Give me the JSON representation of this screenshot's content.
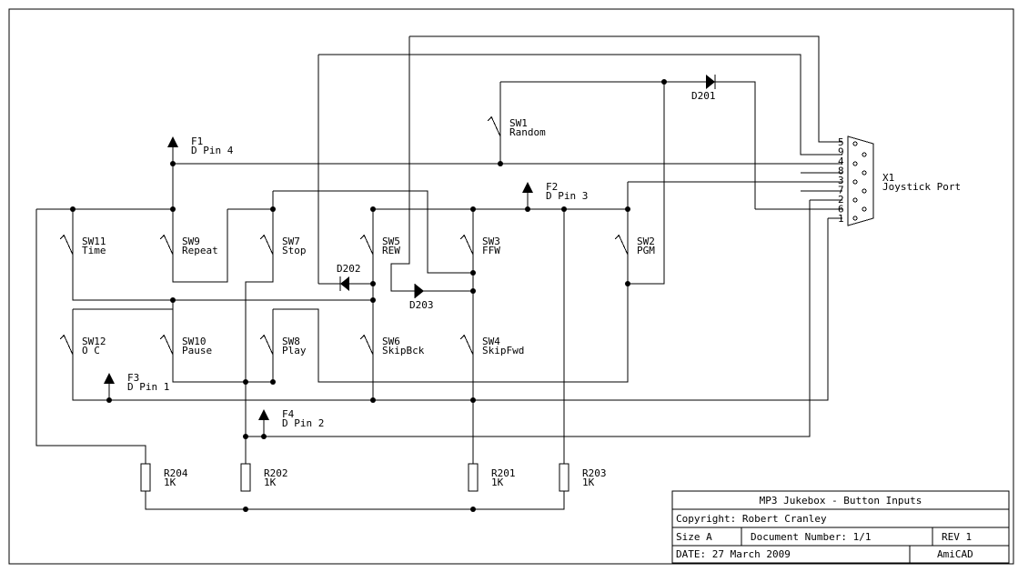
{
  "title_block": {
    "title": "MP3 Jukebox - Button Inputs",
    "copyright": "Copyright:  Robert Cranley",
    "size": "Size A",
    "document_number": "Document Number: 1/1",
    "revision": "REV 1",
    "date": "DATE: 27 March 2009",
    "tool": "AmiCAD"
  },
  "switches": [
    {
      "ref": "SW1",
      "name": "Random"
    },
    {
      "ref": "SW2",
      "name": "PGM"
    },
    {
      "ref": "SW3",
      "name": "FFW"
    },
    {
      "ref": "SW4",
      "name": "SkipFwd"
    },
    {
      "ref": "SW5",
      "name": "REW"
    },
    {
      "ref": "SW6",
      "name": "SkipBck"
    },
    {
      "ref": "SW7",
      "name": "Stop"
    },
    {
      "ref": "SW8",
      "name": "Play"
    },
    {
      "ref": "SW9",
      "name": "Repeat"
    },
    {
      "ref": "SW10",
      "name": "Pause"
    },
    {
      "ref": "SW11",
      "name": "Time"
    },
    {
      "ref": "SW12",
      "name": "O C"
    }
  ],
  "diodes": [
    "D201",
    "D202",
    "D203"
  ],
  "resistors": [
    {
      "ref": "R201",
      "value": "1K"
    },
    {
      "ref": "R202",
      "value": "1K"
    },
    {
      "ref": "R203",
      "value": "1K"
    },
    {
      "ref": "R204",
      "value": "1K"
    }
  ],
  "flags": [
    {
      "ref": "F1",
      "label": "D Pin 4"
    },
    {
      "ref": "F2",
      "label": "D Pin 3"
    },
    {
      "ref": "F3",
      "label": "D Pin 1"
    },
    {
      "ref": "F4",
      "label": "D Pin 2"
    }
  ],
  "connector": {
    "ref": "X1",
    "name": "Joystick Port",
    "pins": [
      "5",
      "9",
      "4",
      "8",
      "3",
      "7",
      "2",
      "6",
      "1"
    ]
  }
}
